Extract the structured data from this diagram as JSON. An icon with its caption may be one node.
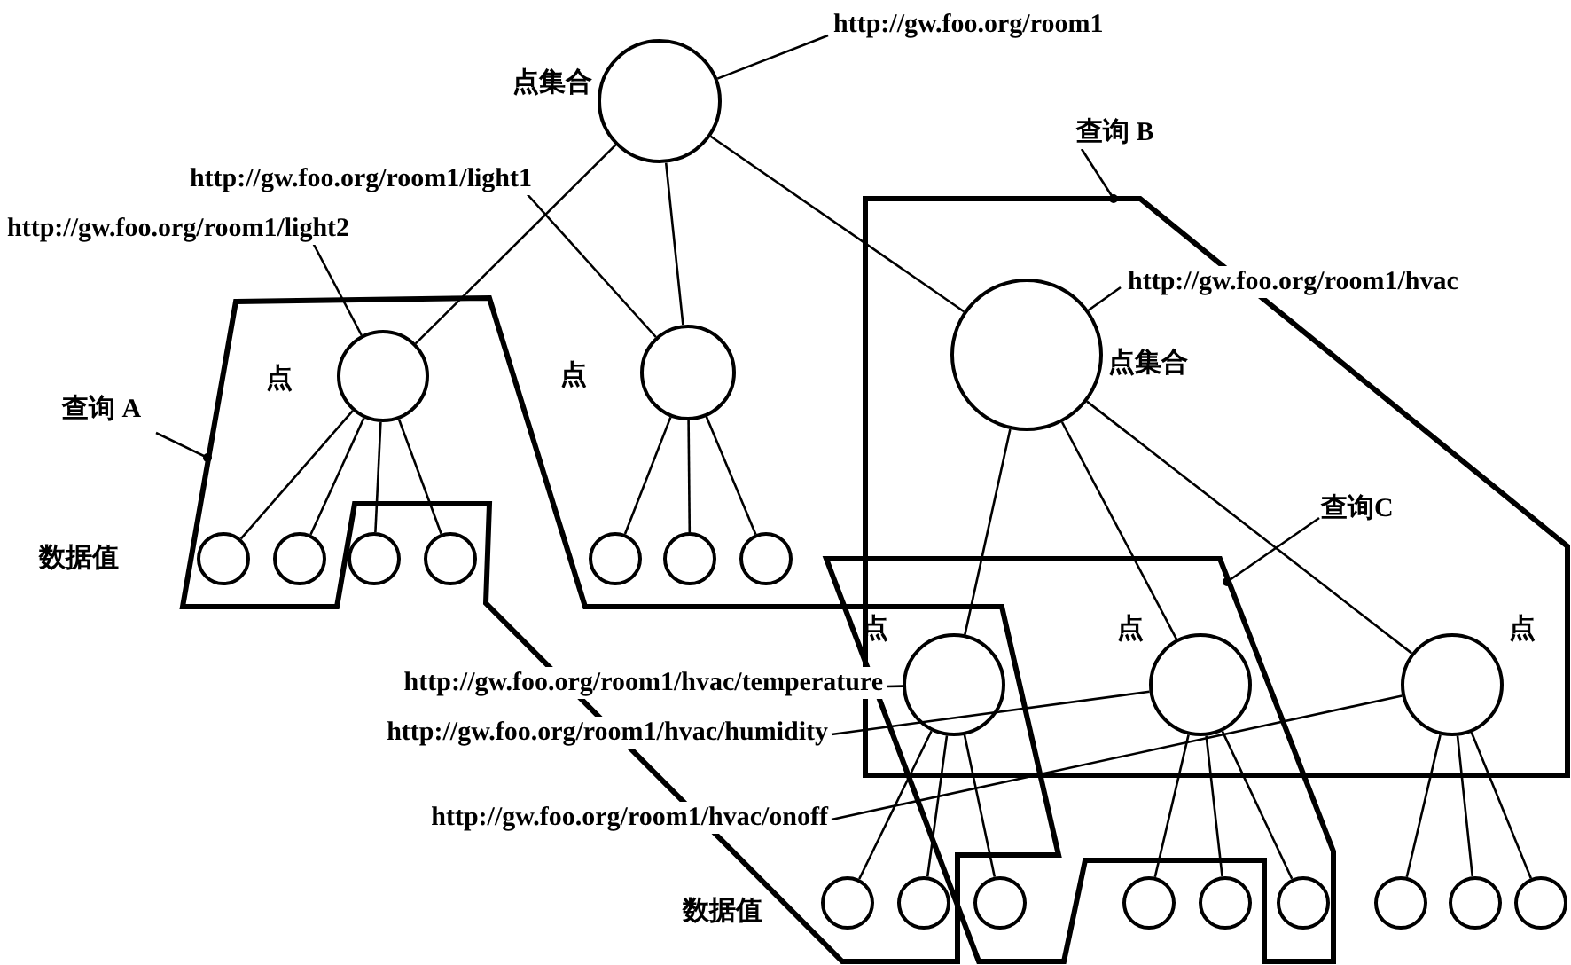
{
  "diagram": {
    "nodes": [
      {
        "text": [
          "http://gw.foo.org/room1"
        ]
      },
      {
        "text": [],
        "shape": "circle",
        "beside": [
          "点集合"
        ]
      },
      {
        "text": [
          "查询 B"
        ]
      },
      {
        "text": [
          "http://gw.foo.org/room1/light1"
        ]
      },
      {
        "text": [
          "http://gw.foo.org/room1/light2"
        ]
      },
      {
        "text": [
          "http://gw.foo.org/room1/hvac"
        ]
      },
      {
        "text": [],
        "shape": "circle",
        "beside": [
          "点"
        ]
      },
      {
        "text": [],
        "shape": "circle",
        "beside": [
          "点"
        ]
      },
      {
        "text": [],
        "shape": "circle",
        "beside": [
          "点集合"
        ]
      },
      {
        "text": [
          "查询 A"
        ]
      },
      {
        "text": [
          "查询C"
        ]
      },
      {
        "text": [],
        "shape": "circle"
      },
      {
        "text": [],
        "shape": "circle"
      },
      {
        "text": [],
        "shape": "circle"
      },
      {
        "text": [],
        "shape": "circle"
      },
      {
        "text": [],
        "shape": "circle"
      },
      {
        "text": [],
        "shape": "circle"
      },
      {
        "text": [],
        "shape": "circle"
      },
      {
        "text": [],
        "shape": "circle",
        "beside": [
          "点"
        ]
      },
      {
        "text": [],
        "shape": "circle",
        "beside": [
          "点"
        ]
      },
      {
        "text": [],
        "shape": "circle",
        "beside": [
          "点"
        ]
      },
      {
        "text": [
          "http://gw.foo.org/room1/hvac/temperature"
        ]
      },
      {
        "text": [
          "http://gw.foo.org/room1/hvac/humidity"
        ]
      },
      {
        "text": [
          "http://gw.foo.org/room1/hvac/onoff"
        ]
      },
      {
        "text": [],
        "shape": "circle"
      },
      {
        "text": [],
        "shape": "circle"
      },
      {
        "text": [],
        "shape": "circle"
      },
      {
        "text": [],
        "shape": "circle"
      },
      {
        "text": [],
        "shape": "circle"
      },
      {
        "text": [],
        "shape": "circle"
      },
      {
        "text": [],
        "shape": "circle"
      },
      {
        "text": [],
        "shape": "circle"
      },
      {
        "text": [],
        "shape": "circle"
      }
    ],
    "edges": [
      {
        "from": 1,
        "to": 6,
        "arrow": "none"
      },
      {
        "from": 1,
        "to": 7,
        "arrow": "none"
      },
      {
        "from": 1,
        "to": 8,
        "arrow": "none"
      },
      {
        "from": 6,
        "to": 11,
        "arrow": "none"
      },
      {
        "from": 6,
        "to": 12,
        "arrow": "none"
      },
      {
        "from": 6,
        "to": 13,
        "arrow": "none"
      },
      {
        "from": 6,
        "to": 14,
        "arrow": "none"
      },
      {
        "from": 7,
        "to": 15,
        "arrow": "none"
      },
      {
        "from": 7,
        "to": 16,
        "arrow": "none"
      },
      {
        "from": 7,
        "to": 17,
        "arrow": "none"
      },
      {
        "from": 8,
        "to": 18,
        "arrow": "none"
      },
      {
        "from": 8,
        "to": 19,
        "arrow": "none"
      },
      {
        "from": 8,
        "to": 20,
        "arrow": "none"
      },
      {
        "from": 18,
        "to": 24,
        "arrow": "none"
      },
      {
        "from": 18,
        "to": 25,
        "arrow": "none"
      },
      {
        "from": 18,
        "to": 26,
        "arrow": "none"
      },
      {
        "from": 19,
        "to": 27,
        "arrow": "none"
      },
      {
        "from": 19,
        "to": 28,
        "arrow": "none"
      },
      {
        "from": 19,
        "to": 29,
        "arrow": "none"
      },
      {
        "from": 20,
        "to": 30,
        "arrow": "none"
      },
      {
        "from": 20,
        "to": 31,
        "arrow": "none"
      },
      {
        "from": 20,
        "to": 32,
        "arrow": "none"
      },
      {
        "from": 0,
        "to": 1,
        "arrow": "none"
      },
      {
        "from": 3,
        "to": 7,
        "arrow": "none"
      },
      {
        "from": 4,
        "to": 6,
        "arrow": "none"
      },
      {
        "from": 5,
        "to": 8,
        "arrow": "none"
      },
      {
        "from": 21,
        "to": 18,
        "arrow": "none"
      },
      {
        "from": 22,
        "to": 19,
        "arrow": "none"
      },
      {
        "from": 23,
        "to": 20,
        "arrow": "none"
      },
      {
        "from": 9,
        "to": null,
        "arrow": "other"
      },
      {
        "from": 2,
        "to": null,
        "arrow": "other"
      },
      {
        "from": 10,
        "to": null,
        "arrow": "other"
      }
    ],
    "labels": [
      "数据值",
      "数据值"
    ]
  }
}
